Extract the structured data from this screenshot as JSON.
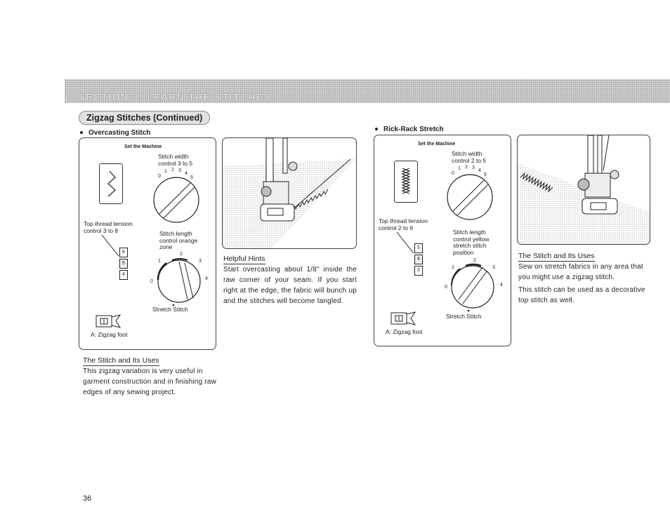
{
  "section": {
    "title": "SECTION 3.  LEARN THE STITCHES"
  },
  "subtitle": "Zigzag Stitches (Continued)",
  "overcasting": {
    "heading": "Overcasting Stitch",
    "panel_title": "Set the Machine",
    "width_label_1": "Stitch width",
    "width_label_2": "control 3 to 5",
    "tension_label_1": "Top thread tension",
    "tension_label_2": "control 3 to 8",
    "length_label_1": "Stitch length",
    "length_label_2": "control orange",
    "length_label_3": "zone",
    "stretch_label": "Stretch Stitch",
    "foot_label": "A:  Zigzag foot",
    "tension_marks": [
      "6",
      "5",
      "4"
    ],
    "uses_heading": "The Stitch and Its Uses",
    "uses_text": "This zigzag variation is very useful in garment construction and in finishing raw edges of any sewing project.",
    "hints_heading": "Helpful Hints",
    "hints_text": "Start overcasting about 1/8\" inside the raw corner of your seam. If you start right at the edge, the fabric will bunch up and the stitches will become tangled."
  },
  "rickrack": {
    "heading": "Rick-Rack Stretch",
    "panel_title": "Set the Machine",
    "width_label_1": "Stitch width",
    "width_label_2": "control 2 to 5",
    "tension_label_1": "Top thread tension",
    "tension_label_2": "control 2 to 6",
    "length_label_1": "Stitch length",
    "length_label_2": "control yellow",
    "length_label_3": "stretch stitch",
    "length_label_4": "position",
    "stretch_label": "Stretch Stitch",
    "foot_label": "A:  Zigzag foot",
    "tension_marks": [
      "5",
      "4",
      "3"
    ],
    "uses_heading": "The Stitch and Its Uses",
    "uses_text_1": "Sew on stretch fabrics in any area that you might use a zigzag stitch.",
    "uses_text_2": "This stitch can be used as a decorative top stitch as well."
  },
  "dial_numbers": {
    "width": [
      "0",
      "1",
      "2",
      "3",
      "4",
      "5"
    ],
    "length": [
      "0",
      "1",
      "2",
      "3",
      "4"
    ]
  },
  "page_number": "36"
}
